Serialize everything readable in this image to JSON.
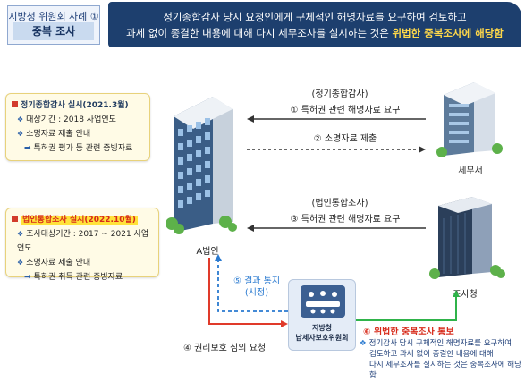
{
  "header": {
    "badge_title": "지방청 위원회 사례 ①",
    "badge_subtitle": "중복 조사",
    "banner_line1": "정기종합감사 당시 요청인에게 구체적인 해명자료를 요구하여 검토하고",
    "banner_line2_plain": "과세 없이 종결한 내용에 대해 다시 세무조사를 실시하는 것은 ",
    "banner_line2_highlight": "위법한 중복조사에 해당함"
  },
  "info_box_1": {
    "title": "정기종합감사 실시(2021.3월)",
    "item1": "대상기간 : 2018 사업연도",
    "item2": "소명자료 제출 안내",
    "sub": "특허권 평가 등 관련 증빙자료"
  },
  "info_box_2": {
    "title": "법인통합조사 실시(2022.10월)",
    "item1": "조사대상기간 : 2017 ~ 2021 사업연도",
    "item2": "소명자료 제출 안내",
    "sub": "특허권 취득 관련 증빙자료"
  },
  "flows": {
    "audit_header": "(정기종합감사)",
    "step1": "① 특허권 관련 해명자료 요구",
    "step2": "② 소명자료 제출",
    "corp_header": "(법인통합조사)",
    "step3": "③ 특허권 관련 해명자료 요구",
    "step4": "④ 권리보호 심의 요청",
    "step5_line1": "⑤ 결과 통지",
    "step5_line2": "(시정)",
    "step6": "⑥ 위법한 중복조사 통보"
  },
  "entities": {
    "corp": "A법인",
    "tax_office": "세무서",
    "investigation_office": "조사청",
    "committee_line1": "지방청",
    "committee_line2": "납세자보호위원회"
  },
  "note": {
    "line1": "정기감사 당시 구체적인 해명자료를 요구하여",
    "line2": "검토하고 과세 없이 종결한 내용에 대해",
    "line3": "다시 세무조사를 실시하는 것은 중복조사에 해당함"
  },
  "colors": {
    "banner_bg": "#1d3f6e",
    "highlight_yellow": "#ffd84a",
    "step5_blue": "#2a7ad0",
    "step6_red": "#d72a1a",
    "step6_arrow_green": "#2fb34a",
    "step4_arrow_red": "#e03a2a"
  }
}
